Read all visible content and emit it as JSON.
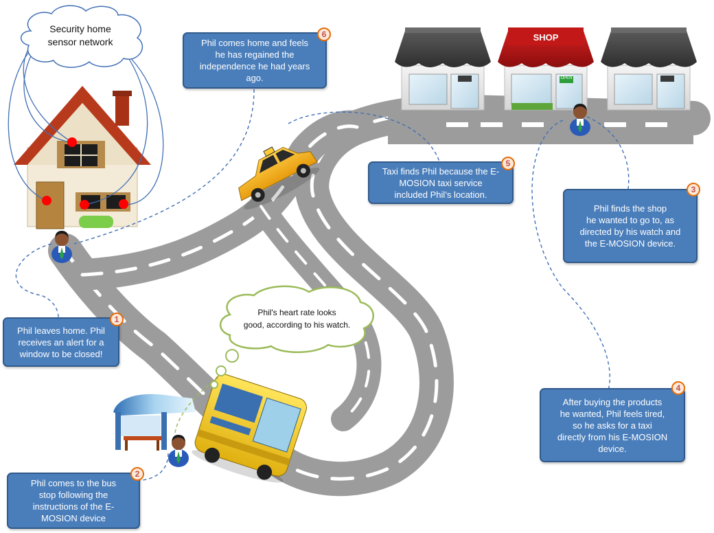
{
  "cloud_security": {
    "line1": "Security home",
    "line2": "sensor network"
  },
  "thought_heart": {
    "line1": "Phil's heart rate looks",
    "line2": "good, according to his watch."
  },
  "shop": {
    "sign": "SHOP",
    "open_sign": "OPEN"
  },
  "steps": [
    {
      "number": "1",
      "lines": [
        "Phil leaves home. Phil",
        "receives an alert for a",
        "window to be closed!"
      ]
    },
    {
      "number": "2",
      "lines": [
        "Phil comes to the bus",
        "stop following the",
        "instructions of the E-",
        "MOSION device"
      ]
    },
    {
      "number": "3",
      "lines": [
        "Phil finds the shop",
        "he wanted to go to, as",
        "directed by his watch and",
        "the E-MOSION device."
      ]
    },
    {
      "number": "4",
      "lines": [
        "After buying the products",
        "he wanted, Phil feels tired,",
        "so he asks for a taxi",
        "directly from his E-MOSION",
        "device."
      ]
    },
    {
      "number": "5",
      "lines": [
        "Taxi finds Phil because the E-",
        "MOSION taxi service",
        "included Phil’s location."
      ]
    },
    {
      "number": "6",
      "lines": [
        "Phil comes home and feels",
        "he has regained the",
        "independence he had years",
        "ago."
      ]
    }
  ],
  "colors": {
    "box_fill": "#4a7ebb",
    "box_border": "#30598a",
    "badge_border": "#e46c0a",
    "road": "#9c9c9c",
    "sensor_dot": "#ff0000",
    "thought_border": "#9bbb59",
    "taxi": "#f5b81c",
    "bus": "#f2d52a"
  }
}
